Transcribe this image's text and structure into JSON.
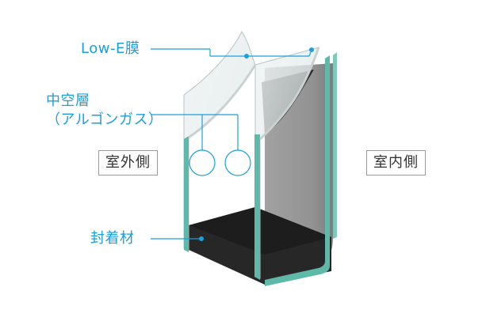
{
  "labels": {
    "lowe": "Low-E膜",
    "hollow_line1": "中空層",
    "hollow_line2": "（アルゴンガス）",
    "sealant": "封着材",
    "outdoor": "室外側",
    "indoor": "室内側"
  },
  "colors": {
    "callout": "#1aa0dc",
    "glass_edge": "#5fb9a8",
    "spacer": "#2b2b2b",
    "inner_pane": "#8d8d8d"
  }
}
